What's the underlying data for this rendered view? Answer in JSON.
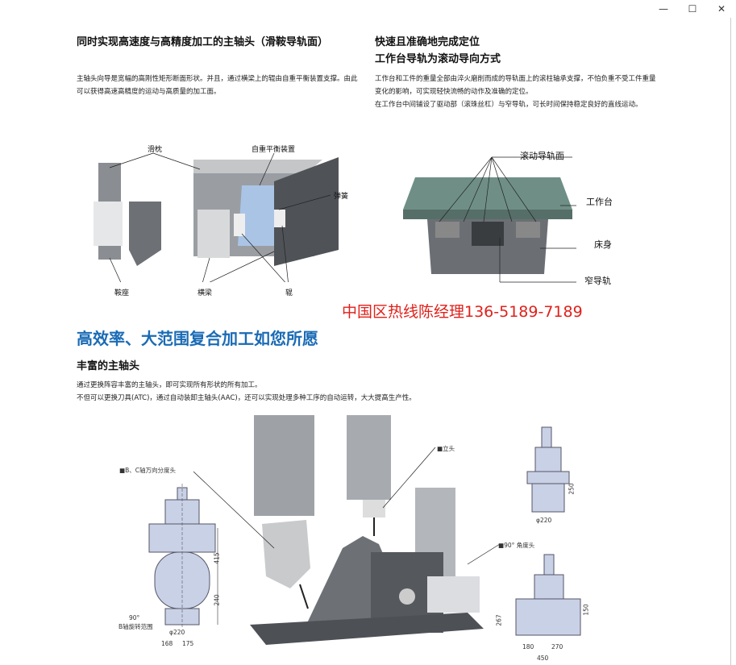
{
  "window": {
    "minimize": "—",
    "maximize": "☐",
    "close": "✕"
  },
  "left_section": {
    "title": "同时实现高速度与高精度加工的主轴头（滑鞍导轨面）",
    "body": "主轴头向导是宽幅的高刚性矩形断面形状。并且，通过横梁上的辊由自重平衡装置支撑。由此可以获得高速高精度的运动与高质量的加工面。",
    "labels": {
      "ram": "滑枕",
      "balance": "自重平衡装置",
      "spring": "弹簧",
      "saddle": "鞍座",
      "beam": "横梁",
      "roller": "辊"
    }
  },
  "right_section": {
    "title1": "快速且准确地完成定位",
    "title2": "工作台导轨为滚动导向方式",
    "body1": "工作台和工件的重量全部由淬火磨削而成的导轨面上的滚柱轴承支撑，不怕负重不受工件重量变化的影响，可实现轻快流畅的动作及准确的定位。",
    "body2": "在工作台中间铺设了驱动部（滚珠丝杠）与窄导轨，可长时间保持稳定良好的直线运动。",
    "labels": {
      "rolling_guide": "滚动导轨面",
      "table": "工作台",
      "bed": "床身",
      "narrow_guide": "窄导轨"
    }
  },
  "hotline": "中国区热线陈经理136-5189-7189",
  "section_heading": "高效率、大范围复合加工如您所愿",
  "spindle": {
    "title": "丰富的主轴头",
    "line1": "通过更换阵容丰富的主轴头，即可实现所有形状的所有加工。",
    "line2": "不但可以更换刀具(ATC)，通过自动装卸主轴头(AAC)，还可以实现处理多种工序的自动运转，大大提高生产性。",
    "labels": {
      "bc_head": "■B、C轴万向分度头",
      "vertical_head": "■立头",
      "angle_head": "■90° 角度头",
      "b_range_deg": "90°",
      "b_range": "B轴旋转范围"
    },
    "dims": {
      "bc_415": "415",
      "bc_240": "240",
      "bc_dia": "φ220",
      "bc_168": "168",
      "bc_175": "175",
      "v_250": "250",
      "v_dia": "φ220",
      "a_267": "267",
      "a_150": "150",
      "a_180": "180",
      "a_270": "270",
      "a_450": "450"
    }
  }
}
